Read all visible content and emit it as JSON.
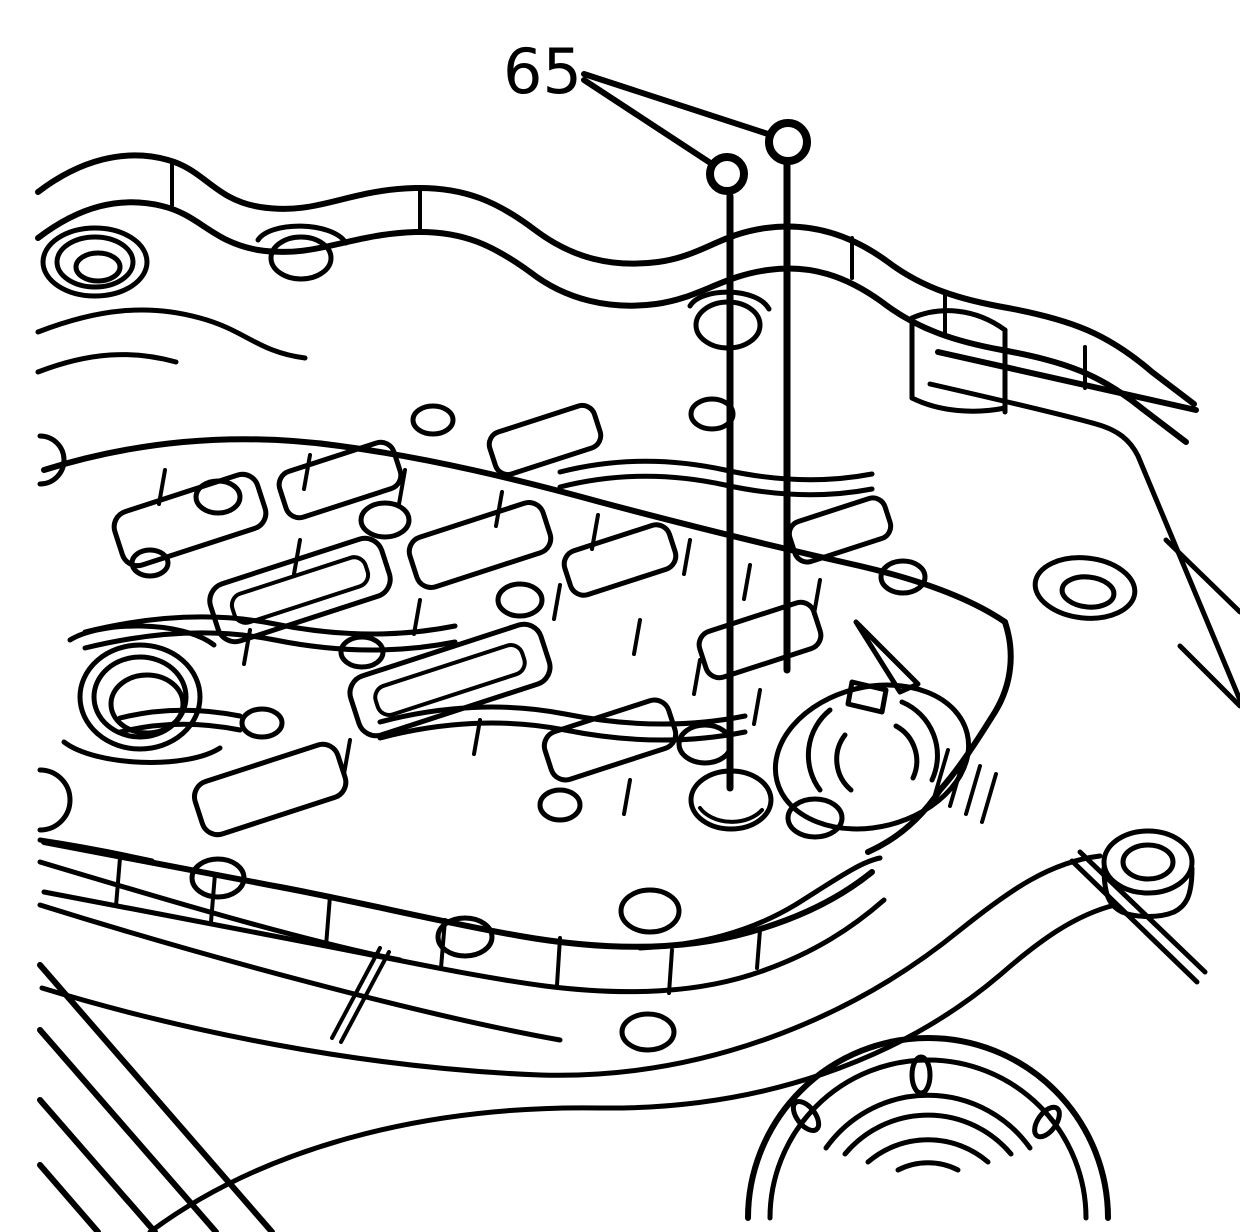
{
  "figure": {
    "callout": {
      "label": "65",
      "leader_count": 2,
      "targets": [
        "alignment-pin-left",
        "alignment-pin-right"
      ]
    },
    "colors": {
      "line": "#000000",
      "background": "#ffffff"
    }
  }
}
